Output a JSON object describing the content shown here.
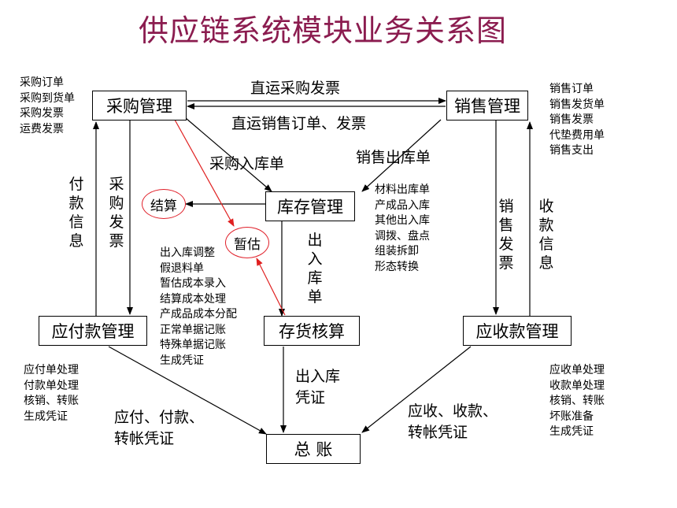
{
  "title": "供应链系统模块业务关系图",
  "colors": {
    "line": "#000000",
    "settlement_line": "#e02020",
    "title": "#8b1c4f",
    "circle_border": "#e0202a"
  },
  "modules": {
    "purchase": "采购管理",
    "sales": "销售管理",
    "inventory": "库存管理",
    "payable": "应付款管理",
    "stock_accounting": "存货核算",
    "receivable": "应收款管理",
    "general_ledger": "总 账"
  },
  "nodes": {
    "settlement": "结算",
    "provisional": "暂估"
  },
  "flow_labels": {
    "direct_purchase_invoice": "直运采购发票",
    "direct_sales_order_invoice": "直运销售订单、发票",
    "purchase_receipt": "采购入库单",
    "sales_issue": "销售出库单",
    "stock_io_voucher_line1": "出入库",
    "stock_io_voucher_line2": "凭证",
    "payable_voucher_line1": "应付、付款、",
    "payable_voucher_line2": "转帐凭证",
    "receivable_voucher_line1": "应收、收款、",
    "receivable_voucher_line2": "转帐凭证"
  },
  "vertical_labels": {
    "payment_info": [
      "付",
      "款",
      "信",
      "息"
    ],
    "purchase_invoice": [
      "采",
      "购",
      "发",
      "票"
    ],
    "in_out_doc": [
      "出",
      "入",
      "库",
      "单"
    ],
    "sales_invoice": [
      "销",
      "售",
      "发",
      "票"
    ],
    "receipt_info": [
      "收",
      "款",
      "信",
      "息"
    ]
  },
  "lists": {
    "purchase_docs": [
      "采购订单",
      "采购到货单",
      "采购发票",
      "运费发票"
    ],
    "sales_docs": [
      "销售订单",
      "销售发货单",
      "销售发票",
      "代垫费用单",
      "销售支出"
    ],
    "inventory_docs": [
      "材料出库单",
      "产成品入库",
      "其他出入库",
      "调拨、盘点",
      "组装拆卸",
      "形态转换"
    ],
    "accounting_docs": [
      "出入库调整",
      "假退料单",
      "暂估成本录入",
      "结算成本处理",
      "产成品成本分配",
      "正常单据记账",
      "特殊单据记账",
      "生成凭证"
    ],
    "payable_docs": [
      "应付单处理",
      "付款单处理",
      "核销、转账",
      "生成凭证"
    ],
    "receivable_docs": [
      "应收单处理",
      "收款单处理",
      "核销、转账",
      "坏账准备",
      "生成凭证"
    ]
  }
}
